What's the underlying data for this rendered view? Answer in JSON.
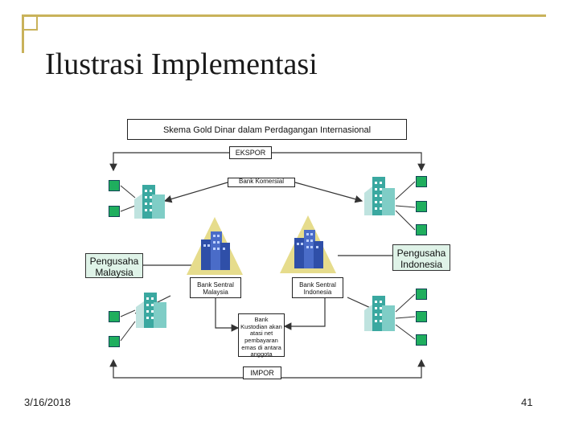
{
  "title": "Ilustrasi Implementasi",
  "diagram": {
    "scheme_title": "Skema Gold Dinar dalam Perdagangan Internasional",
    "ekspor": "EKSPOR",
    "bank_komersial": "Bank Komersial",
    "pengusaha_malaysia": "Pengusaha Malaysia",
    "pengusaha_indonesia": "Pengusaha Indonesia",
    "bank_sentral_malaysia": "Bank Sentral Malaysia",
    "bank_sentral_indonesia": "Bank Sentral Indonesia",
    "bank_kustodian": "Bank Kustodian akan atasi net pembayaran emas di antara anggota",
    "impor": "IMPOR"
  },
  "footer": {
    "date": "3/16/2018",
    "page": "41"
  },
  "colors": {
    "frame": "#c9b25a",
    "square": "#1fae5e",
    "building": "#3aa8a0",
    "bank_building": "#2f4fa8",
    "pyramid": "#e6dc8c",
    "greenbox": "#dff3e8"
  }
}
